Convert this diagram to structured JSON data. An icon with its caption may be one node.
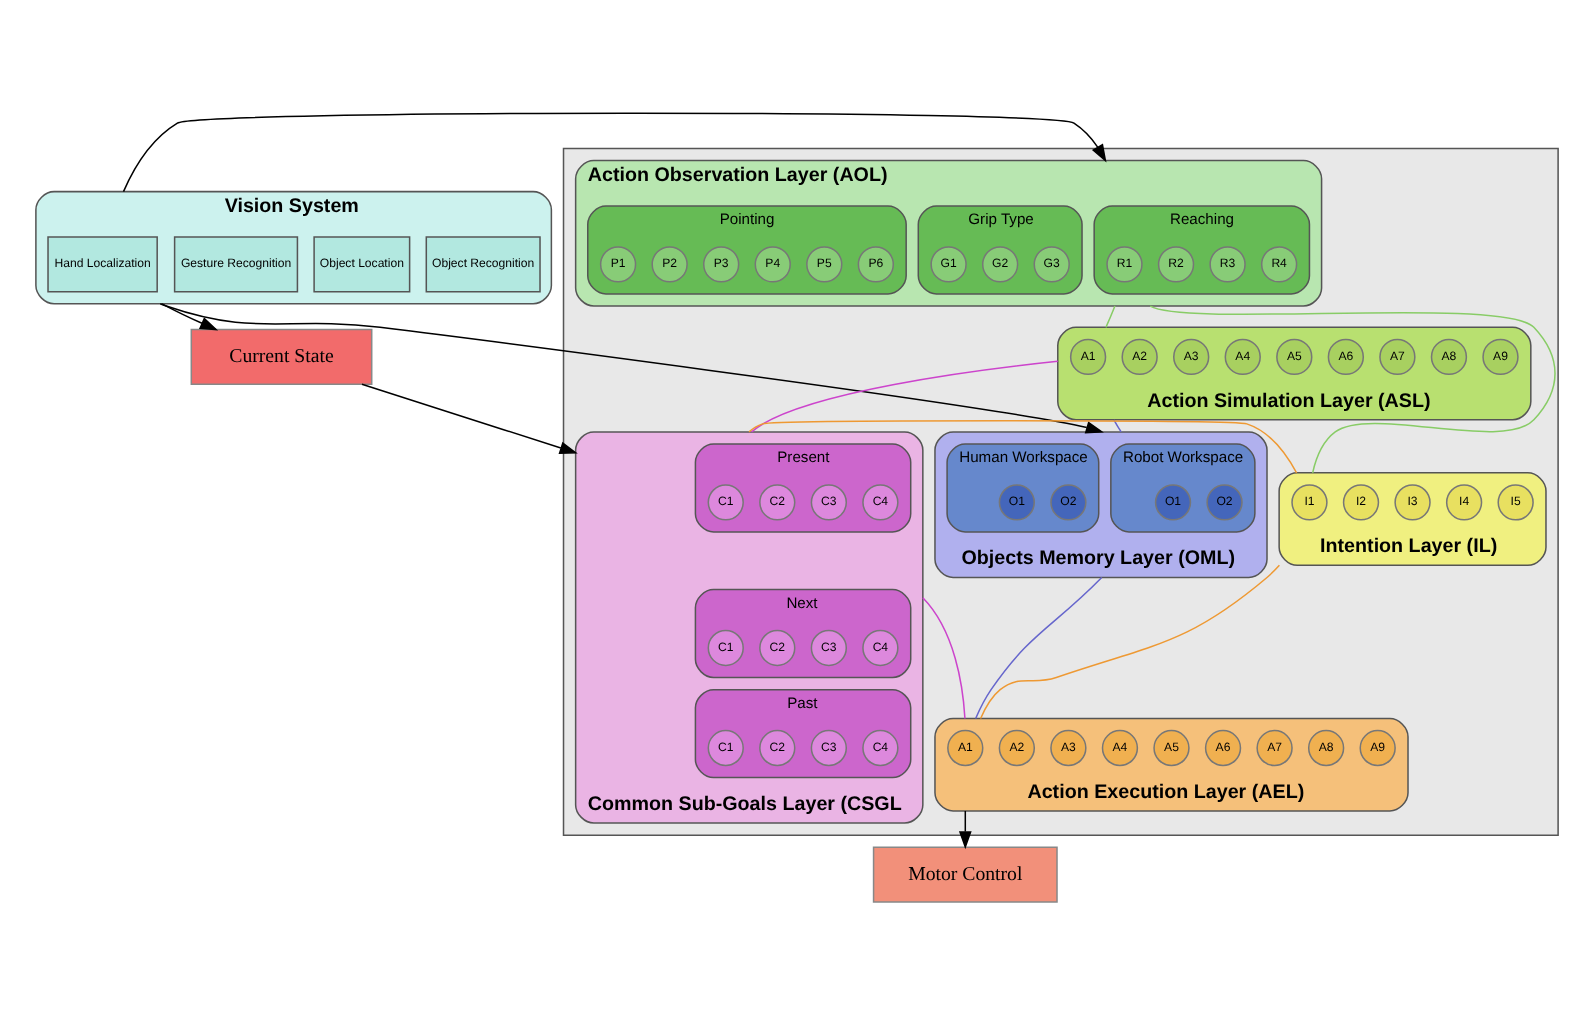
{
  "diagram": {
    "nodes": [
      {
        "text": [
          "Vision System"
        ]
      },
      {
        "text": [
          "Hand Localization"
        ],
        "in": 0
      },
      {
        "text": [
          "Gesture Recognition"
        ],
        "in": 0
      },
      {
        "text": [
          "Object Location"
        ],
        "in": 0
      },
      {
        "text": [
          "Object Recognition"
        ],
        "in": 0
      },
      {
        "text": [
          "Current State"
        ]
      },
      {
        "text": [],
        "shape": "box"
      },
      {
        "text": [
          "Action Observation Layer (AOL)"
        ],
        "in": 6
      },
      {
        "text": [
          "Reaching"
        ],
        "in": 7
      },
      {
        "text": [
          "R1"
        ],
        "in": 8
      },
      {
        "text": [
          "R2"
        ],
        "in": 8
      },
      {
        "text": [
          "R3"
        ],
        "in": 8
      },
      {
        "text": [
          "R4"
        ],
        "in": 8
      },
      {
        "text": [
          "Grip Type"
        ],
        "in": 7
      },
      {
        "text": [
          "G1"
        ],
        "in": 13
      },
      {
        "text": [
          "G2"
        ],
        "in": 13
      },
      {
        "text": [
          "G3"
        ],
        "in": 13
      },
      {
        "text": [
          "Pointing"
        ],
        "in": 7
      },
      {
        "text": [
          "P1"
        ],
        "in": 17
      },
      {
        "text": [
          "P2"
        ],
        "in": 17
      },
      {
        "text": [
          "P3"
        ],
        "in": 17
      },
      {
        "text": [
          "P4"
        ],
        "in": 17
      },
      {
        "text": [
          "P5"
        ],
        "in": 17
      },
      {
        "text": [
          "P6"
        ],
        "in": 17
      },
      {
        "text": [
          "Action Simulation Layer (ASL)"
        ],
        "in": 6
      },
      {
        "text": [
          "A1"
        ],
        "in": 24
      },
      {
        "text": [
          "A2"
        ],
        "in": 24
      },
      {
        "text": [
          "A3"
        ],
        "in": 24
      },
      {
        "text": [
          "A4"
        ],
        "in": 24
      },
      {
        "text": [
          "A5"
        ],
        "in": 24
      },
      {
        "text": [
          "A6"
        ],
        "in": 24
      },
      {
        "text": [
          "A7"
        ],
        "in": 24
      },
      {
        "text": [
          "A8"
        ],
        "in": 24
      },
      {
        "text": [
          "A9"
        ],
        "in": 24
      },
      {
        "text": [
          "Common Sub-Goals Layer (CSGL"
        ],
        "in": 6
      },
      {
        "text": [
          "Present"
        ],
        "in": 34
      },
      {
        "text": [
          "C1"
        ],
        "in": 35
      },
      {
        "text": [
          "C2"
        ],
        "in": 35
      },
      {
        "text": [
          "C3"
        ],
        "in": 35
      },
      {
        "text": [
          "C4"
        ],
        "in": 35
      },
      {
        "text": [
          "Next"
        ],
        "in": 34
      },
      {
        "text": [
          "C1"
        ],
        "in": 40
      },
      {
        "text": [
          "C2"
        ],
        "in": 40
      },
      {
        "text": [
          "C3"
        ],
        "in": 40
      },
      {
        "text": [
          "C4"
        ],
        "in": 40
      },
      {
        "text": [
          "Past"
        ],
        "in": 34
      },
      {
        "text": [
          "C1"
        ],
        "in": 45
      },
      {
        "text": [
          "C2"
        ],
        "in": 45
      },
      {
        "text": [
          "C3"
        ],
        "in": 45
      },
      {
        "text": [
          "C4"
        ],
        "in": 45
      },
      {
        "text": [
          "Objects Memory Layer (OML)"
        ],
        "in": 6
      },
      {
        "text": [
          "Robot Workspace"
        ],
        "in": 50
      },
      {
        "text": [
          "O1"
        ],
        "in": 51
      },
      {
        "text": [
          "O2"
        ],
        "in": 51
      },
      {
        "text": [
          "Human Workspace"
        ],
        "in": 50
      },
      {
        "text": [
          "O1"
        ],
        "in": 54
      },
      {
        "text": [
          "O2"
        ],
        "in": 54
      },
      {
        "text": [
          "Intention Layer (IL)"
        ],
        "in": 6
      },
      {
        "text": [
          "I1"
        ],
        "in": 57
      },
      {
        "text": [
          "I2"
        ],
        "in": 57
      },
      {
        "text": [
          "I3"
        ],
        "in": 57
      },
      {
        "text": [
          "I4"
        ],
        "in": 57
      },
      {
        "text": [
          "I5"
        ],
        "in": 57
      },
      {
        "text": [
          "Action Execution Layer (AEL)"
        ],
        "in": 6
      },
      {
        "text": [
          "A1"
        ],
        "in": 63
      },
      {
        "text": [
          "A2"
        ],
        "in": 63
      },
      {
        "text": [
          "A3"
        ],
        "in": 63
      },
      {
        "text": [
          "A4"
        ],
        "in": 63
      },
      {
        "text": [
          "A5"
        ],
        "in": 63
      },
      {
        "text": [
          "A6"
        ],
        "in": 63
      },
      {
        "text": [
          "A7"
        ],
        "in": 63
      },
      {
        "text": [
          "A8"
        ],
        "in": 63
      },
      {
        "text": [
          "A9"
        ],
        "in": 63
      },
      {
        "text": [
          "Motor Control"
        ]
      }
    ],
    "edges": [
      {
        "from": 0,
        "to": 5,
        "arrow": "to"
      },
      {
        "from": 0,
        "to": 50,
        "arrow": "to"
      },
      {
        "from": 0,
        "to": 7,
        "arrow": "to"
      },
      {
        "from": 5,
        "to": 34,
        "arrow": "to"
      },
      {
        "from": 7,
        "to": 24,
        "arrow": "none",
        "color": "#88cc66"
      },
      {
        "from": 7,
        "to": 57,
        "arrow": "none",
        "color": "#88cc66"
      },
      {
        "from": 50,
        "to": 24,
        "arrow": "none",
        "color": "#6666cc"
      },
      {
        "from": 50,
        "to": 63,
        "arrow": "none",
        "color": "#6666cc"
      },
      {
        "from": 24,
        "to": 34,
        "arrow": "none",
        "color": "#cc44cc"
      },
      {
        "from": 57,
        "to": 34,
        "arrow": "none",
        "color": "#ee9933"
      },
      {
        "from": 57,
        "to": 63,
        "arrow": "none",
        "color": "#ee9933"
      },
      {
        "from": 34,
        "to": 63,
        "arrow": "none",
        "color": "#cc44cc"
      },
      {
        "from": 63,
        "to": 73,
        "arrow": "to"
      }
    ]
  }
}
